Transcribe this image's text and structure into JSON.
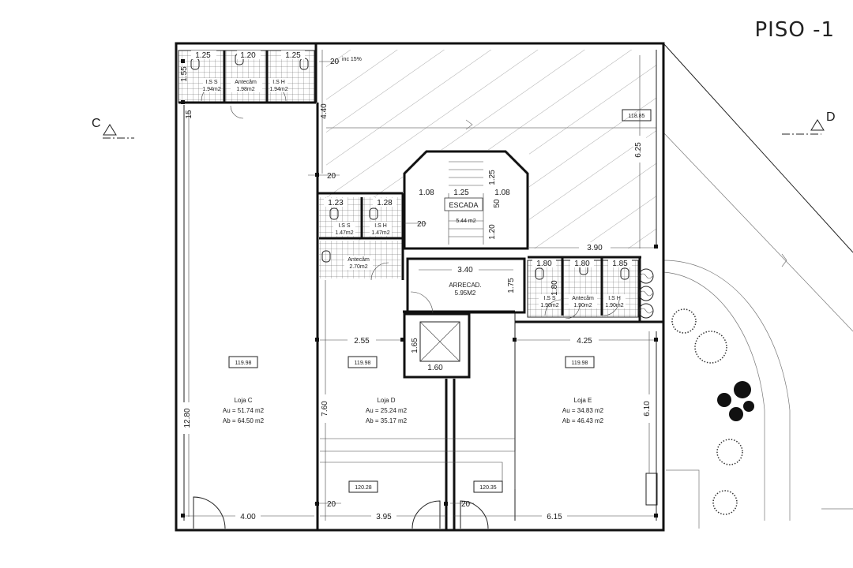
{
  "title": "PISO -1",
  "section_marks": {
    "left": "C",
    "right": "D"
  },
  "slope_note": "inc 15%",
  "level_badges": [
    "118.85",
    "119.98",
    "119.98",
    "119.98",
    "120.28",
    "120.35"
  ],
  "stair": {
    "label": "ESCADA",
    "area": "5.44 m2"
  },
  "storage": {
    "label": "ARRECAD.",
    "area": "5.95M2"
  },
  "wc_labels": {
    "top_left_is": "I.S S",
    "top_left_is_area": "1.94m2",
    "top_antecam": "Antecâm",
    "top_antecam_area": "1.98m2",
    "top_ish": "I.S H",
    "top_ish_area": "1.94m2",
    "mid_is": "I.S S",
    "mid_is_area": "1.47m2",
    "mid_ish": "I.S H",
    "mid_ish_area": "1.47m2",
    "mid_antecam": "Antecâm",
    "mid_antecam_area": "2.70m2",
    "right_is": "I.S S",
    "right_is_area": "1.90m2",
    "right_antecam": "Antecâm",
    "right_antecam_area": "1.90m2",
    "right_ish": "I.S H",
    "right_ish_area": "1.90m2"
  },
  "shops": [
    {
      "name": "Loja C",
      "au": "Au = 51.74 m2",
      "ab": "Ab = 64.50 m2"
    },
    {
      "name": "Loja D",
      "au": "Au = 25.24 m2",
      "ab": "Ab = 35.17 m2"
    },
    {
      "name": "Loja E",
      "au": "Au = 34.83 m2",
      "ab": "Ab = 46.43 m2"
    }
  ],
  "dimensions": {
    "d_125": "1.25",
    "d_120a": "1.20",
    "d_125b": "1.25",
    "d_155": "1.55",
    "d_20a": "20",
    "d_440": "4.40",
    "d_15": "15",
    "d_20b": "20",
    "d_123": "1.23",
    "d_128": "1.28",
    "d_20c": "20",
    "d_108a": "1.08",
    "d_125c": "1.25",
    "d_108b": "1.08",
    "d_125v": "1.25",
    "d_50": "50",
    "d_120v": "1.20",
    "d_625": "6.25",
    "d_390": "3.90",
    "d_340": "3.40",
    "d_175": "1.75",
    "d_180": "1.80",
    "d_180a": "1.80",
    "d_180b": "1.80",
    "d_185": "1.85",
    "d_255": "2.55",
    "d_425": "4.25",
    "d_165": "1.65",
    "d_160": "1.60",
    "d_1280": "12.80",
    "d_760": "7.60",
    "d_610": "6.10",
    "d_400": "4.00",
    "d_395": "3.95",
    "d_615": "6.15",
    "d_20d": "20",
    "d_20e": "20"
  }
}
